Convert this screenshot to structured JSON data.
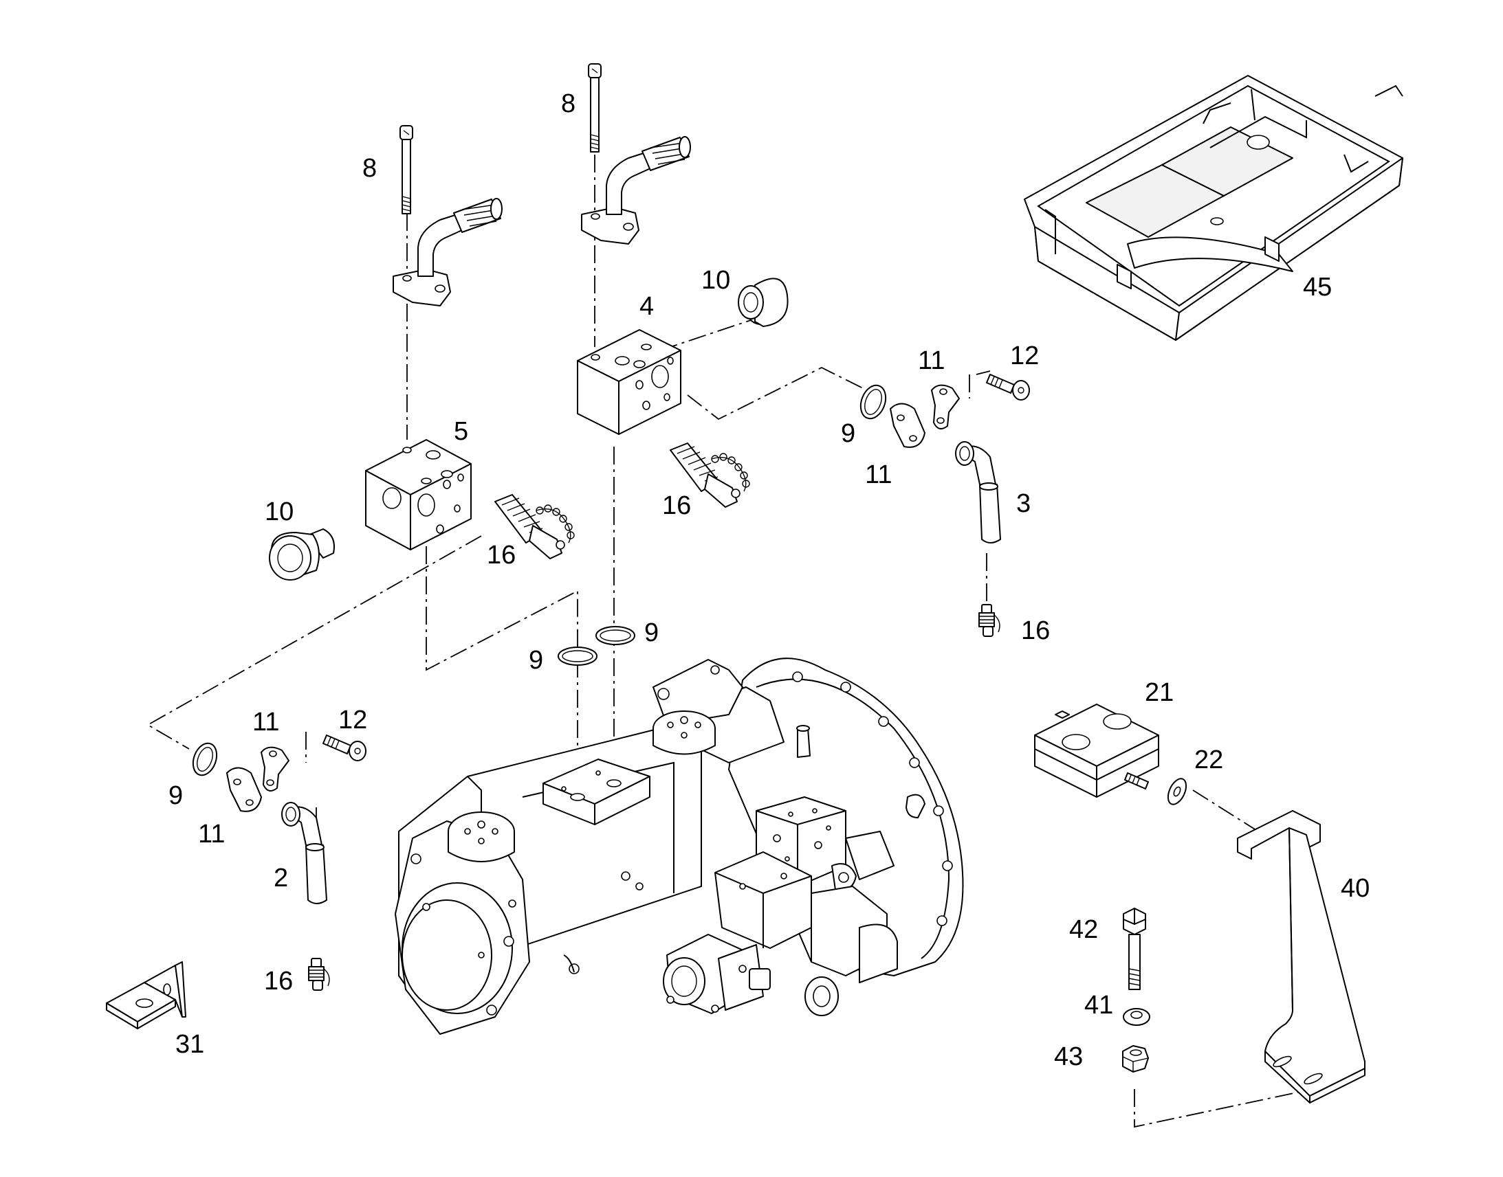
{
  "diagram": {
    "callouts": [
      {
        "id": "c-8-left",
        "text": "8"
      },
      {
        "id": "c-8-center",
        "text": "8"
      },
      {
        "id": "c-10-top",
        "text": "10"
      },
      {
        "id": "c-4",
        "text": "4"
      },
      {
        "id": "c-45",
        "text": "45"
      },
      {
        "id": "c-11-right-top",
        "text": "11"
      },
      {
        "id": "c-12-right",
        "text": "12"
      },
      {
        "id": "c-9-right",
        "text": "9"
      },
      {
        "id": "c-11-right-bottom",
        "text": "11"
      },
      {
        "id": "c-3",
        "text": "3"
      },
      {
        "id": "c-16-center",
        "text": "16"
      },
      {
        "id": "c-5",
        "text": "5"
      },
      {
        "id": "c-10-left",
        "text": "10"
      },
      {
        "id": "c-16-left-top",
        "text": "16"
      },
      {
        "id": "c-16-right",
        "text": "16"
      },
      {
        "id": "c-9-center-right",
        "text": "9"
      },
      {
        "id": "c-9-center-left",
        "text": "9"
      },
      {
        "id": "c-21",
        "text": "21"
      },
      {
        "id": "c-22",
        "text": "22"
      },
      {
        "id": "c-11-left-top",
        "text": "11"
      },
      {
        "id": "c-12-left",
        "text": "12"
      },
      {
        "id": "c-9-left",
        "text": "9"
      },
      {
        "id": "c-11-left-bottom",
        "text": "11"
      },
      {
        "id": "c-2",
        "text": "2"
      },
      {
        "id": "c-40",
        "text": "40"
      },
      {
        "id": "c-42",
        "text": "42"
      },
      {
        "id": "c-41",
        "text": "41"
      },
      {
        "id": "c-43",
        "text": "43"
      },
      {
        "id": "c-16-left-bottom",
        "text": "16"
      },
      {
        "id": "c-31",
        "text": "31"
      }
    ]
  }
}
